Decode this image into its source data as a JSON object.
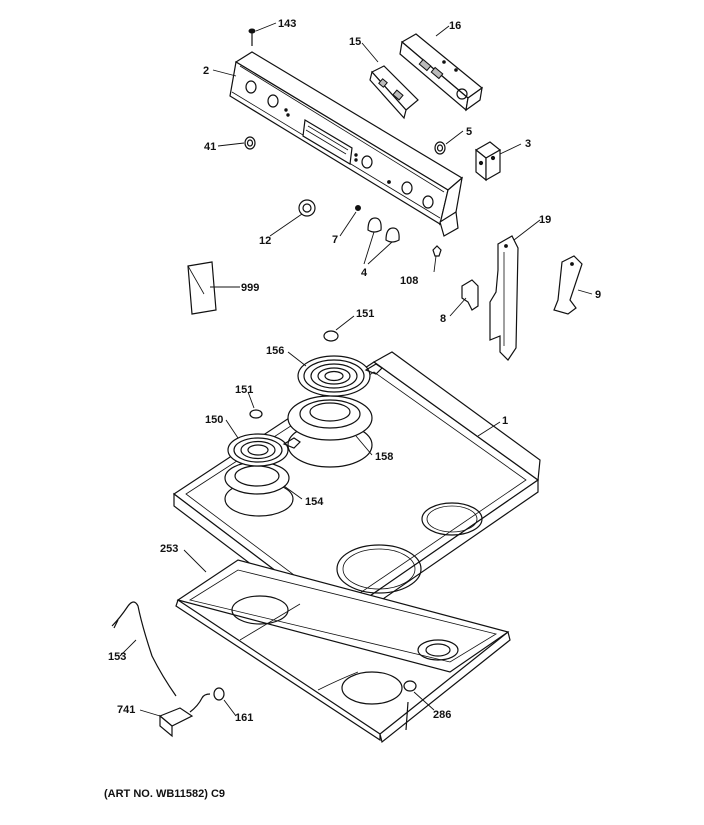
{
  "callouts": {
    "c143": "143",
    "c16": "16",
    "c15": "15",
    "c2": "2",
    "c41": "41",
    "c5": "5",
    "c3": "3",
    "c12": "12",
    "c7": "7",
    "c4": "4",
    "c108": "108",
    "c19": "19",
    "c999": "999",
    "c8": "8",
    "c9": "9",
    "c151a": "151",
    "c156": "156",
    "c151b": "151",
    "c150": "150",
    "c158": "158",
    "c154": "154",
    "c1": "1",
    "c253": "253",
    "c153": "153",
    "c741": "741",
    "c161": "161",
    "c286": "286"
  },
  "footer": {
    "art_number": "(ART NO. WB11582) C9"
  }
}
